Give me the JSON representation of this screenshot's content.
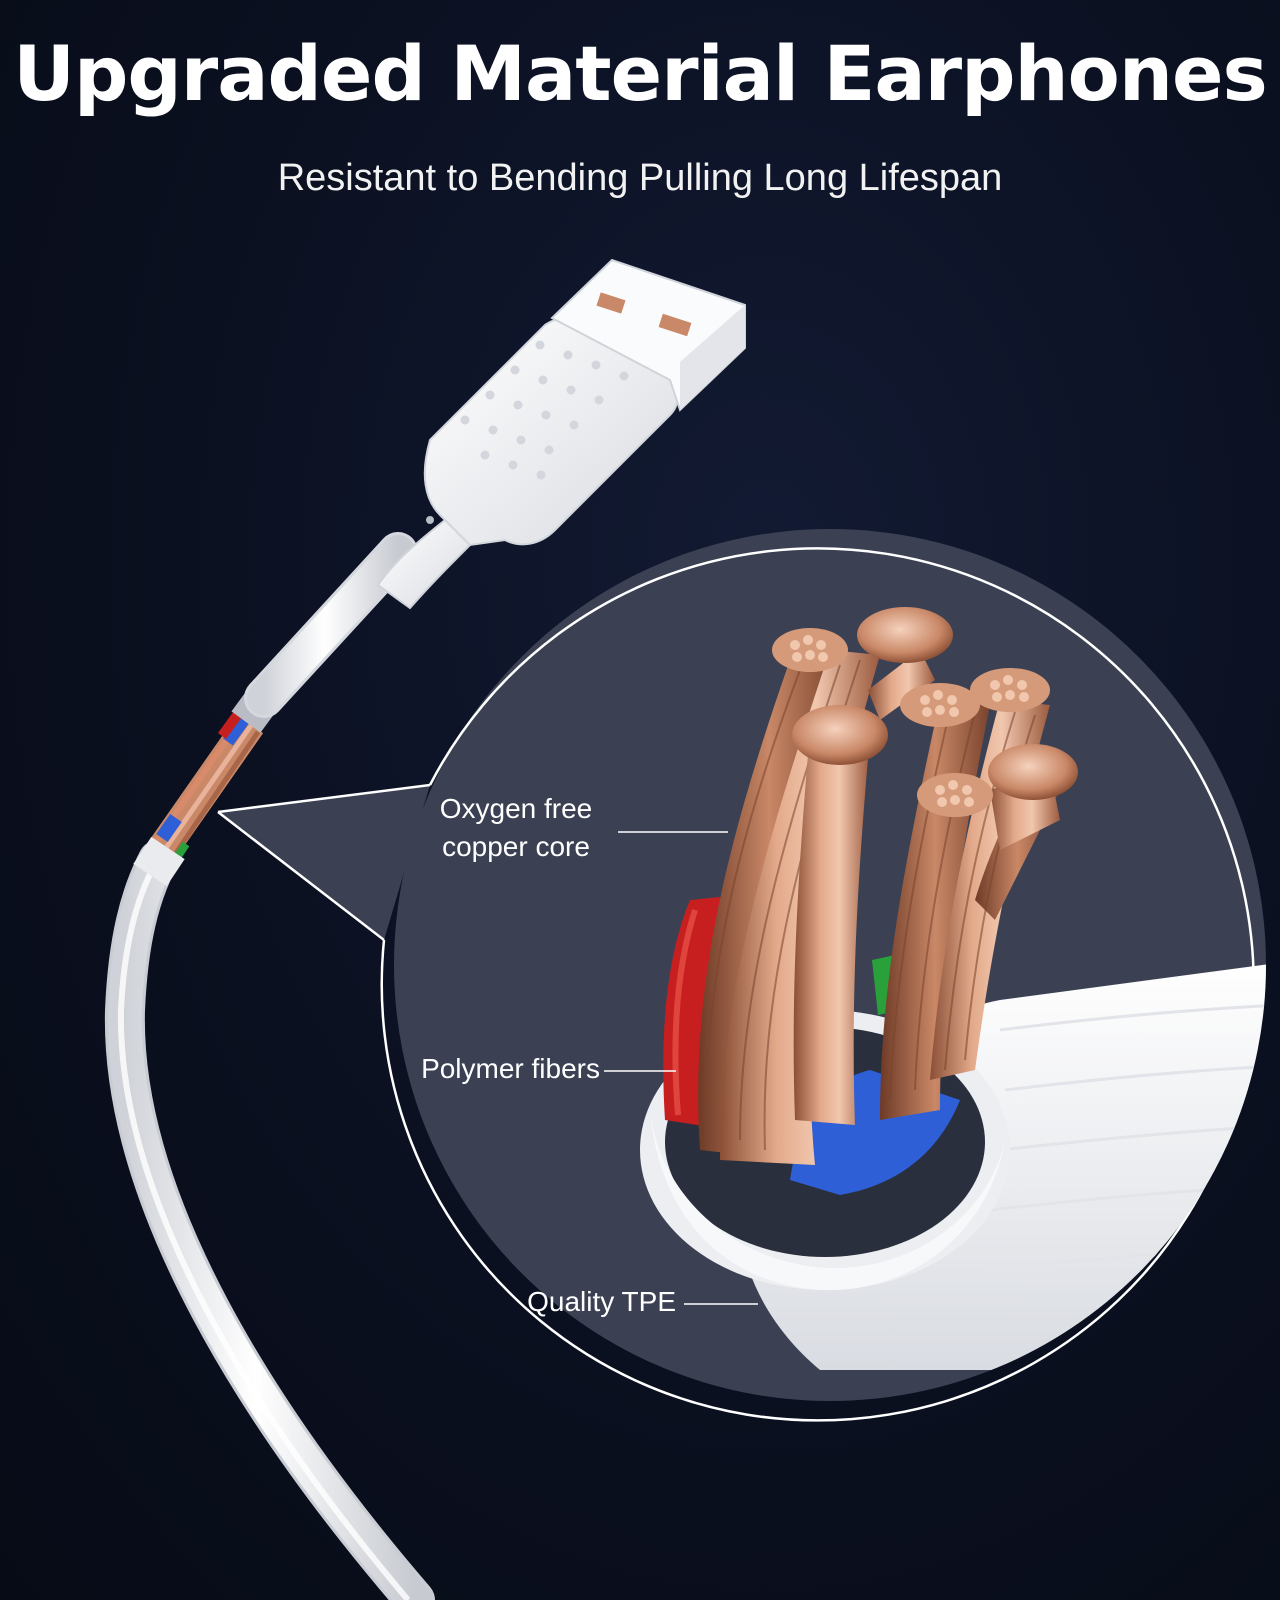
{
  "banner": {
    "title": "Upgraded Material Earphones",
    "subtitle": "Resistant to Bending Pulling Long Lifespan"
  },
  "callouts": {
    "copper_core_line1": "Oxygen free",
    "copper_core_line2": "copper core",
    "polymer_fibers": "Polymer fibers",
    "quality_tpe": "Quality TPE"
  },
  "colors": {
    "background": "#0b1020",
    "zoom_panel": "#3b4153",
    "cable_white": "#f2f3f5",
    "copper": "#c98867",
    "red_insulation": "#c71f1f",
    "blue_insulation": "#2f5fd6",
    "green_insulation": "#2aa03a"
  },
  "illustration": {
    "objects": [
      "usb-a-connector",
      "white-cable",
      "stripped-wires",
      "cable-cross-section"
    ]
  }
}
